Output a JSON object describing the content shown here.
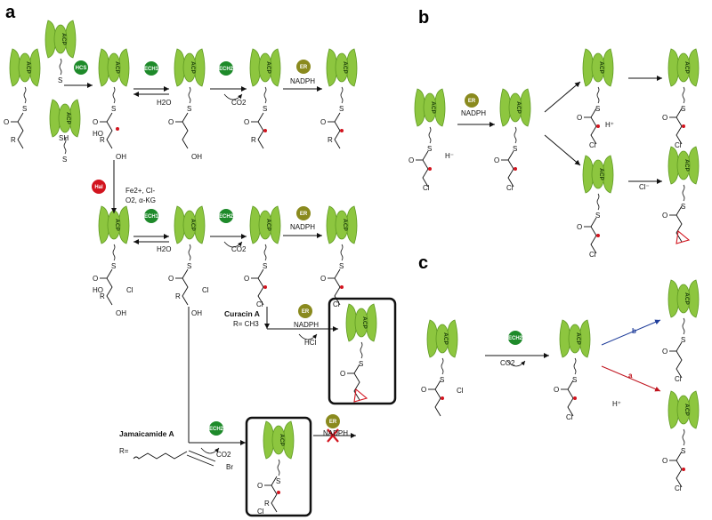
{
  "panels": {
    "a": "a",
    "b": "b",
    "c": "c"
  },
  "enzymes": {
    "acp": "ACP",
    "hcs": "HCS",
    "ech1": "ECH1",
    "ech2": "ECH2",
    "er": "ER",
    "hal": "Hal"
  },
  "labels": {
    "nadph": "NADPH",
    "h2o": "H2O",
    "co2": "CO2",
    "hcl": "HCl",
    "cl": "Cl",
    "cl_minus": "Cl⁻",
    "h_minus": "H⁻",
    "h_plus": "H⁺",
    "hal_cond1": "Fe2+, Cl-",
    "hal_cond2": "O2, α-KG",
    "curacin": "Curacin A",
    "curacin_r": "R= CH3",
    "jamaicamide": "Jamaicamide A",
    "jam_r": "R=",
    "br": "Br",
    "route_a": "a",
    "route_b": "b",
    "r": "R",
    "s": "S",
    "o": "O",
    "ho": "HO",
    "oh": "OH",
    "sh": "SH"
  },
  "colors": {
    "acp": "#8dc63f",
    "acp_dark": "#5f9a22",
    "green_enzyme": "#1e8a2a",
    "er": "#8a8a1e",
    "hal": "#d2141e",
    "route_a": "#c0141e",
    "route_b": "#1e3c9a"
  }
}
